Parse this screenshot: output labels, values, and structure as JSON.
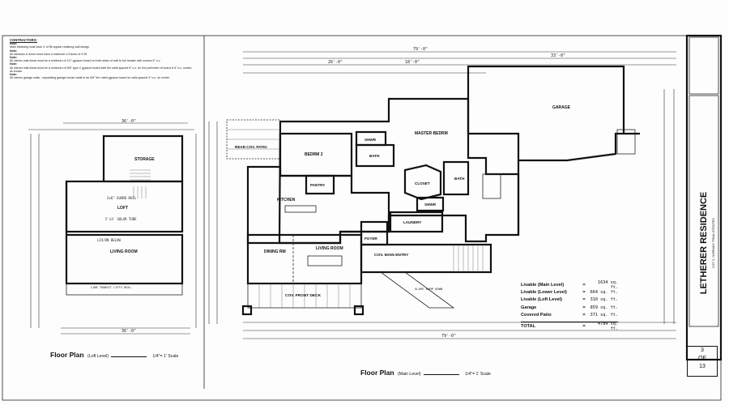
{
  "notes": {
    "heading": "CONTRACTORS:",
    "items": [
      {
        "title": "Note:",
        "text": "Main retaining must have 4' of fill regular retaining wall design"
      },
      {
        "title": "Note:",
        "text": "All windows & doors must have a minimum U-Factor of 0.35"
      },
      {
        "title": "Note:",
        "text": "All interior wall shear must be a minimum of 1/2\" gypsum board on both sides of wall to full header with screws 6\" o.c."
      },
      {
        "title": "Note:",
        "text": "All interior wall shear must be a minimum of 5/8\" type X gypsum board with the nails spaced 6\" o.c. for the perimeter of board & 6\" o.c. center, as shown"
      },
      {
        "title": "Note:",
        "text": "All interior garage walls - separating garage-house walls to be 5/8\" fire rated gypsum board w/ nails spaced 4\" o.c. on center"
      }
    ]
  },
  "rooms": {
    "storage": "STORAGE",
    "loft": "LOFT",
    "living_room_left": "LIVING ROOM",
    "living_room_main": "LIVING ROOM",
    "rear_patio": "REAR COV. PATIO",
    "bedroom2": "BEDRM 2",
    "kitchen": "KITCHEN",
    "pantry": "PANTRY",
    "shwr_top": "SHWR",
    "bath_top": "BATH",
    "master": "MASTER BEDRM",
    "closet": "CLOSET",
    "shwr_mid": "SHWR",
    "bath_right": "BATH",
    "laundry": "LAUNDRY",
    "foyer": "FOYER",
    "dining": "DINING RM",
    "main_entry": "COV. MAIN ENTRY",
    "front_deck": "COV. FRONT DECK",
    "garage": "GARAGE"
  },
  "totals": {
    "rows": [
      {
        "label": "Livable (Main Level)",
        "eq": "=",
        "value": "1634 sq. ft."
      },
      {
        "label": "Livable (Lower Level)",
        "eq": "=",
        "value": "664 sq. ft."
      },
      {
        "label": "Livable (Loft Level)",
        "eq": "=",
        "value": "310 sq. ft."
      },
      {
        "label": "Garage",
        "eq": "=",
        "value": "859 sq. ft."
      },
      {
        "label": "Covered Patio",
        "eq": "=",
        "value": "371 sq. ft."
      }
    ],
    "total_label": "TOTAL",
    "total_eq": "=",
    "total_value": "4784 sq. ft."
  },
  "caption_left": {
    "title": "Floor Plan",
    "level": "(Loft Level)",
    "scale": "1/4\"= 1' Scale"
  },
  "caption_main": {
    "title": "Floor Plan",
    "level": "(Main Level)",
    "scale": "1/4\"= 1' Scale"
  },
  "title_block": {
    "name": "LETHERER RESIDENCE",
    "address": "LOT 2, NORWAY TRAIL ESTATES"
  },
  "sheet": {
    "number": "3",
    "of": "OF",
    "total": "13"
  }
}
